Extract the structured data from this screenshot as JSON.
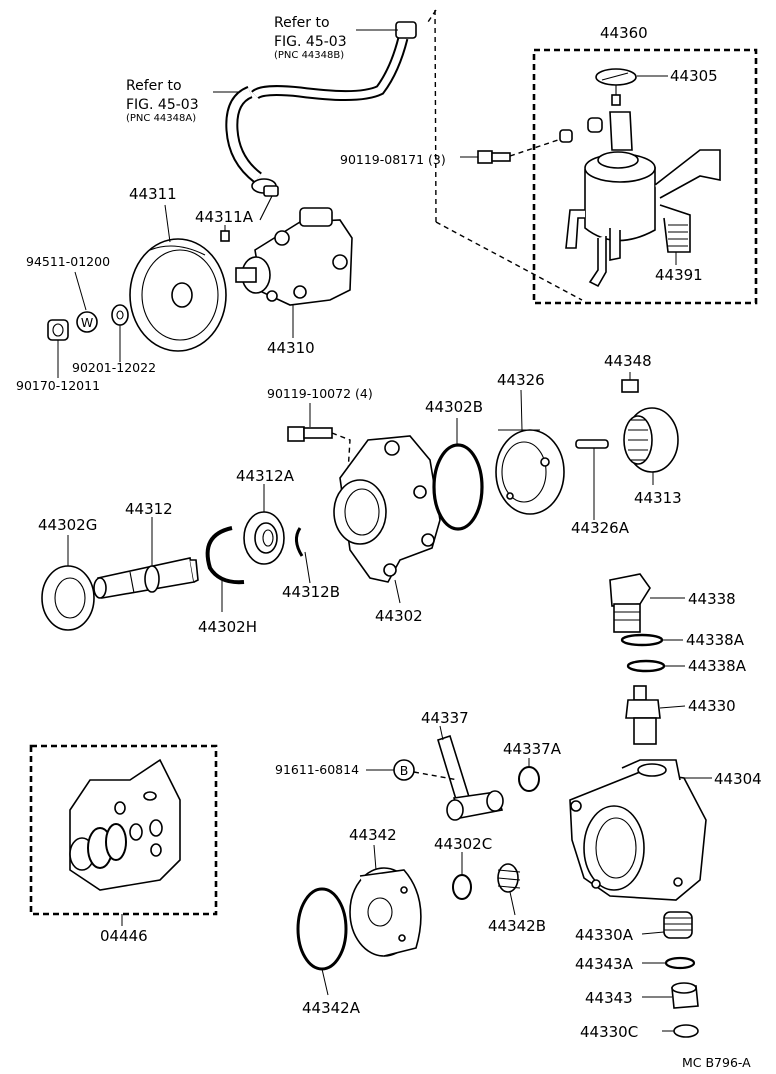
{
  "diagram": {
    "code": "MC  B796-A",
    "refs": [
      {
        "line1": "Refer to",
        "line2": "FIG. 45-03",
        "line3": "(PNC 44348B)"
      },
      {
        "line1": "Refer to",
        "line2": "FIG. 45-03",
        "line3": "(PNC 44348A)"
      }
    ],
    "parts": [
      "44360",
      "44305",
      "90119-08171 (3)",
      "44391",
      "44311",
      "44311A",
      "94511-01200",
      "90201-12022",
      "90170-12011",
      "44310",
      "90119-10072 (4)",
      "44302B",
      "44326",
      "44348",
      "44313",
      "44326A",
      "44312A",
      "44312",
      "44302G",
      "44302H",
      "44312B",
      "44302",
      "44338",
      "44338A",
      "44338A",
      "44330",
      "44337",
      "44337A",
      "44304",
      "91611-60814",
      "44342",
      "44302C",
      "44342B",
      "44342A",
      "44330A",
      "44343A",
      "44343",
      "44330C",
      "04446"
    ],
    "markers": {
      "washer": "W",
      "bolt": "B"
    }
  }
}
